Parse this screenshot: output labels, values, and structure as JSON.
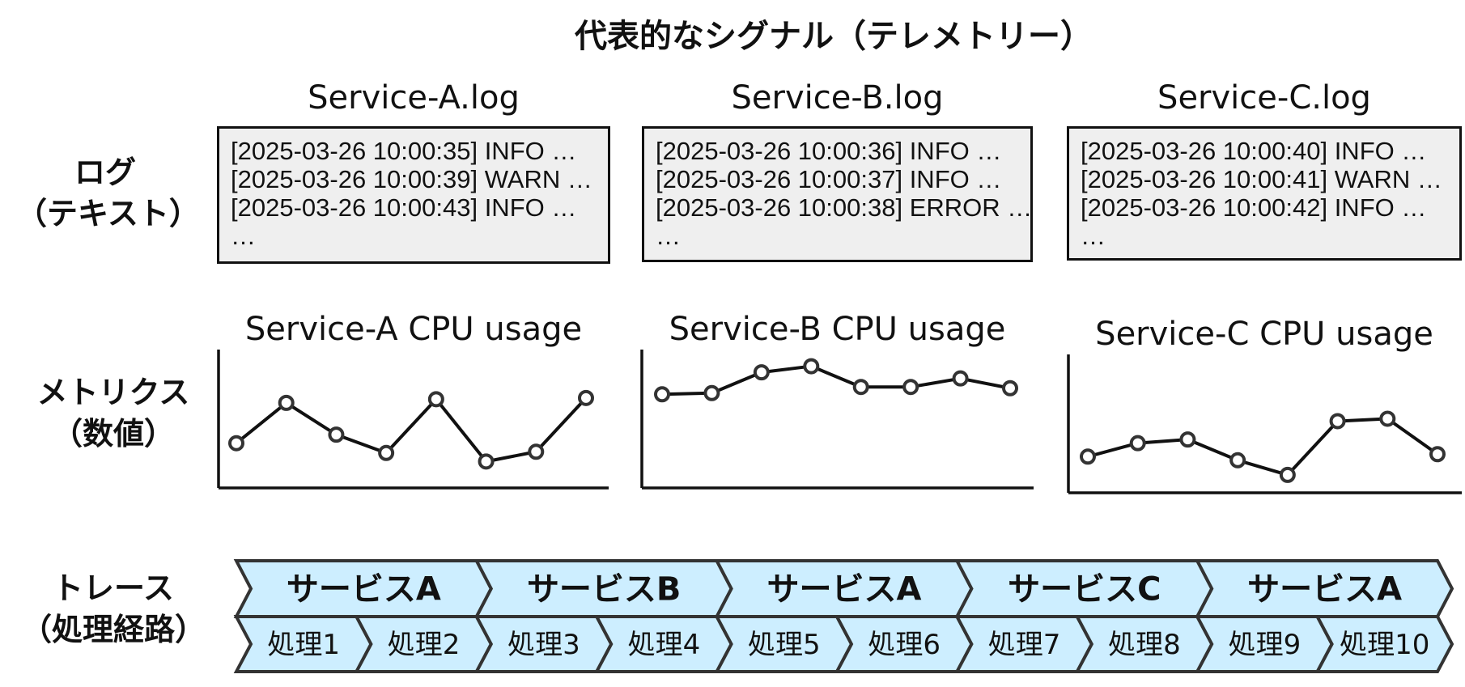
{
  "title": "代表的なシグナル（テレメトリー）",
  "rows": {
    "logs": {
      "label_line1": "ログ",
      "label_line2": "（テキスト）"
    },
    "metrics": {
      "label_line1": "メトリクス",
      "label_line2": "（数値）"
    },
    "traces": {
      "label_line1": "トレース",
      "label_line2": "（処理経路）"
    }
  },
  "logs": [
    {
      "file": "Service-A.log",
      "lines": [
        "[2025-03-26 10:00:35] INFO …",
        "[2025-03-26 10:00:39] WARN …",
        "[2025-03-26 10:00:43] INFO …",
        "…"
      ]
    },
    {
      "file": "Service-B.log",
      "lines": [
        "[2025-03-26 10:00:36] INFO …",
        "[2025-03-26 10:00:37] INFO …",
        "[2025-03-26 10:00:38] ERROR …",
        "…"
      ]
    },
    {
      "file": "Service-C.log",
      "lines": [
        "[2025-03-26 10:00:40] INFO …",
        "[2025-03-26 10:00:41] WARN …",
        "[2025-03-26 10:00:42] INFO …",
        "…"
      ]
    }
  ],
  "metrics": [
    {
      "title": "Service-A CPU usage",
      "values": [
        30,
        63,
        37,
        22,
        66,
        15,
        23,
        67
      ]
    },
    {
      "title": "Service-B CPU usage",
      "values": [
        70,
        71,
        88,
        93,
        76,
        76,
        83,
        75
      ]
    },
    {
      "title": "Service-C CPU usage",
      "values": [
        23,
        34,
        37,
        20,
        8,
        52,
        54,
        25
      ]
    }
  ],
  "trace": {
    "services": [
      "サービスA",
      "サービスB",
      "サービスA",
      "サービスC",
      "サービスA"
    ],
    "steps": [
      "処理1",
      "処理2",
      "処理3",
      "処理4",
      "処理5",
      "処理6",
      "処理7",
      "処理8",
      "処理9",
      "処理10"
    ]
  },
  "colors": {
    "trace_fill": "#cdeeff",
    "trace_stroke": "#333333",
    "log_bg": "#efefef",
    "line": "#111111"
  }
}
